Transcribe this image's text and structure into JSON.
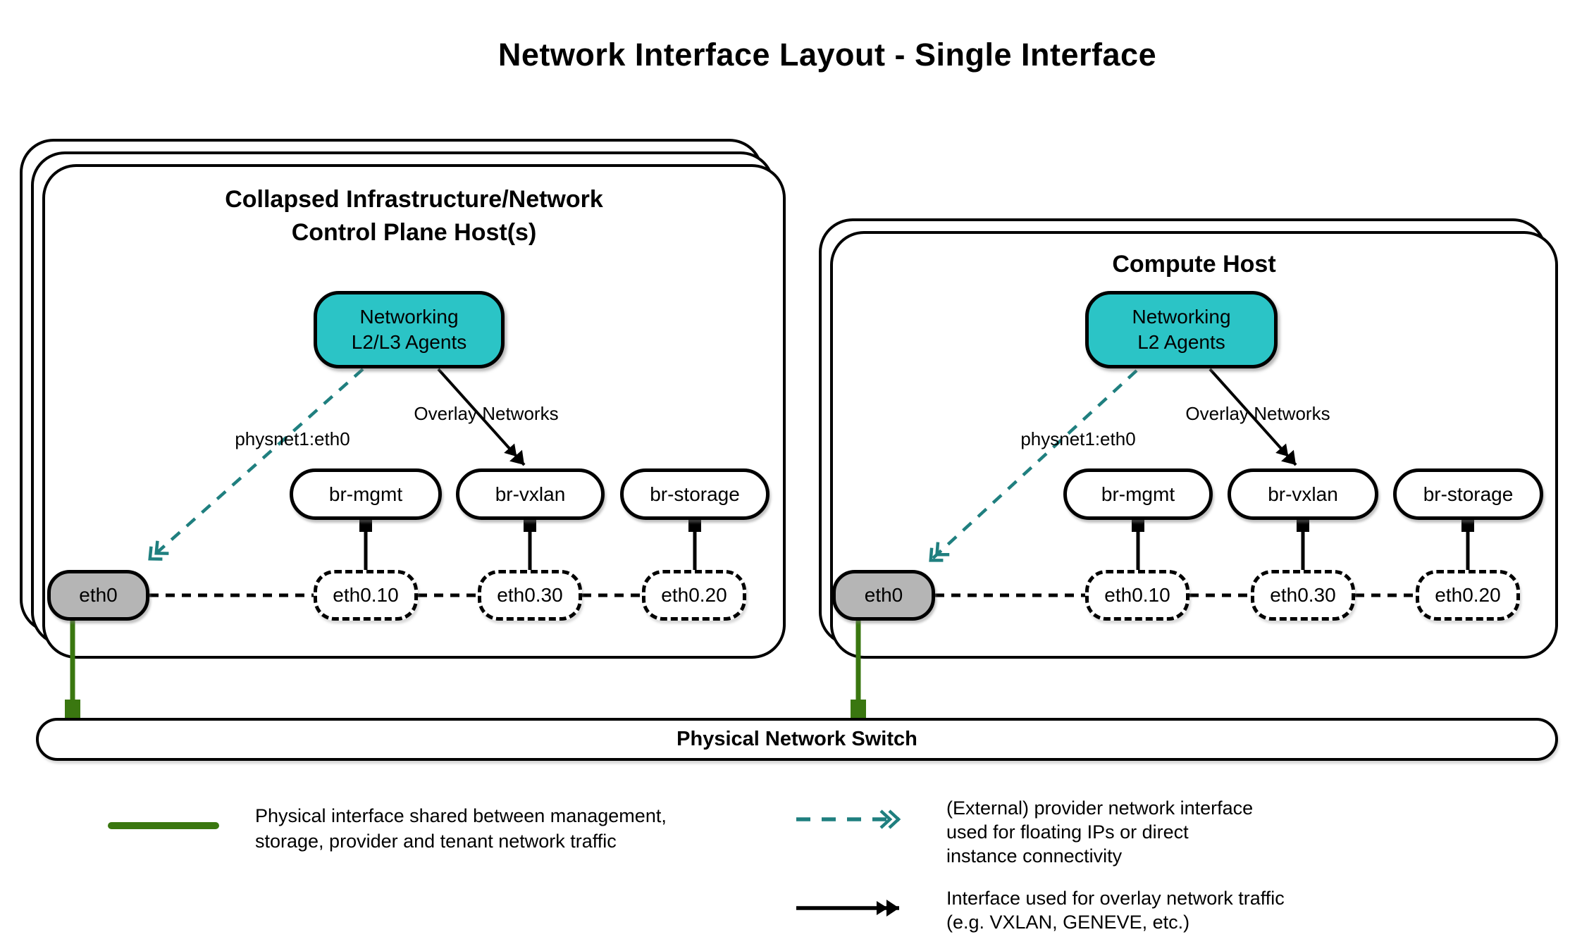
{
  "page_title": "Network Interface Layout - Single Interface",
  "hosts": [
    {
      "title_lines": [
        "Collapsed Infrastructure/Network",
        "Control Plane Host(s)"
      ],
      "agent": {
        "line1": "Networking",
        "line2": "L2/L3 Agents"
      },
      "provider_arrow_label": "physnet1:eth0",
      "overlay_arrow_label": "Overlay Networks",
      "bridges": [
        "br-mgmt",
        "br-vxlan",
        "br-storage"
      ],
      "physical_interface": "eth0",
      "vlan_interfaces": [
        "eth0.10",
        "eth0.30",
        "eth0.20"
      ]
    },
    {
      "title_lines": [
        "Compute Host"
      ],
      "agent": {
        "line1": "Networking",
        "line2": "L2 Agents"
      },
      "provider_arrow_label": "physnet1:eth0",
      "overlay_arrow_label": "Overlay Networks",
      "bridges": [
        "br-mgmt",
        "br-vxlan",
        "br-storage"
      ],
      "physical_interface": "eth0",
      "vlan_interfaces": [
        "eth0.10",
        "eth0.30",
        "eth0.20"
      ]
    }
  ],
  "switch": {
    "label": "Physical Network Switch"
  },
  "legend": {
    "physical": {
      "text_lines": [
        "Physical interface shared between management,",
        "storage, provider and tenant network traffic"
      ]
    },
    "provider": {
      "text_lines": [
        "(External) provider network interface",
        "used for floating IPs or direct",
        "instance connectivity"
      ]
    },
    "overlay": {
      "text_lines": [
        "Interface used for overlay network traffic",
        "(e.g. VXLAN, GENEVE, etc.)"
      ]
    }
  },
  "colors": {
    "agent_fill": "#2BC4C6",
    "provider_arrow_teal": "#1F7F7F",
    "physical_interface_gray": "#B5B5B5",
    "physical_link_green": "#3A7710",
    "line_black": "#000000"
  }
}
